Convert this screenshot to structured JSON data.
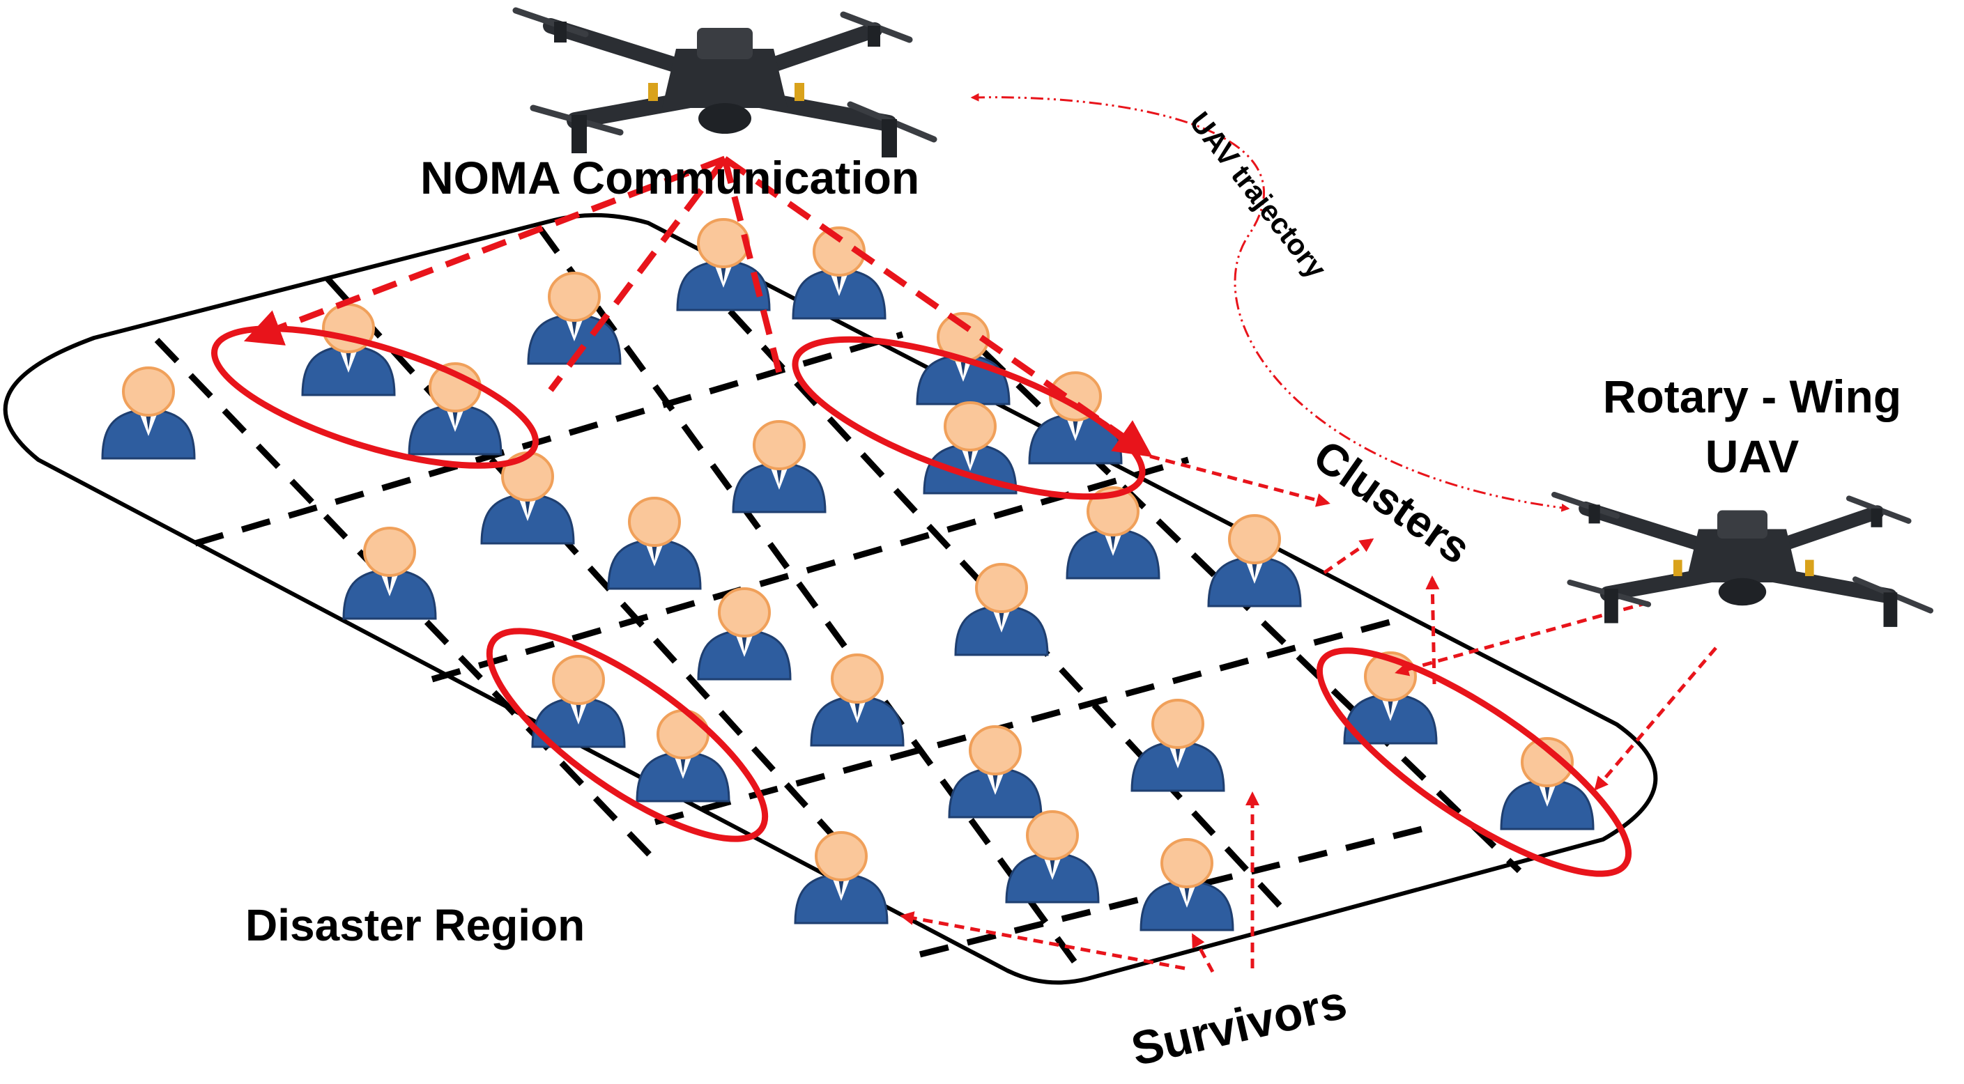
{
  "labels": {
    "noma": "NOMA Communication",
    "trajectory": "UAV trajectory",
    "uav": [
      "Rotary - Wing",
      "UAV"
    ],
    "clusters": "Clusters",
    "region": "Disaster Region",
    "survivors": "Survivors"
  },
  "colors": {
    "accent_red": "#e8141b",
    "survivor_body": "#2e5d9f",
    "survivor_head": "#fac79a",
    "drone_body": "#2b2e33"
  },
  "icons": [
    "drone-icon",
    "survivor-icon"
  ]
}
